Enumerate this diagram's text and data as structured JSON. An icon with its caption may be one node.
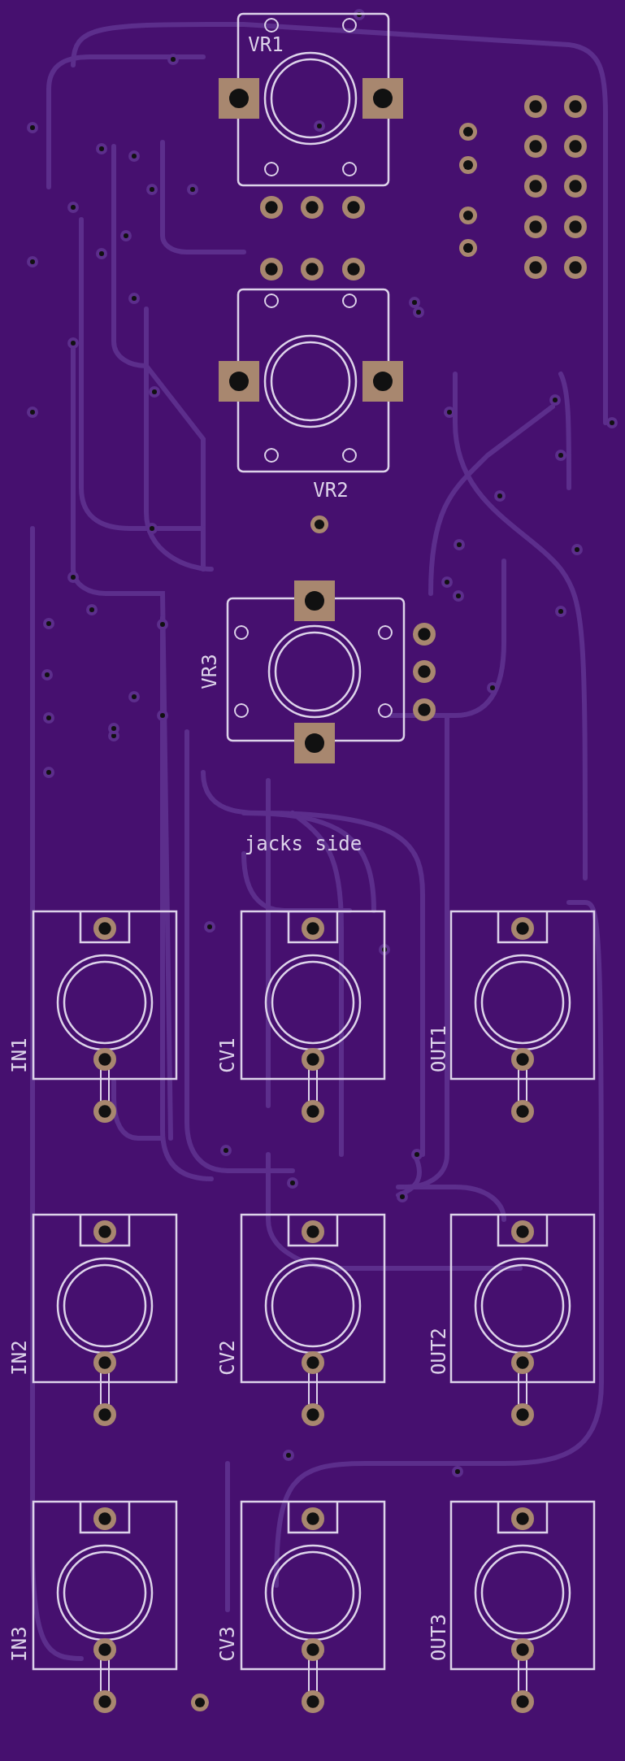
{
  "diagram": {
    "labels": [
      "VR1",
      "VR2",
      "VR3",
      "jacks side",
      "IN1",
      "CV1",
      "OUT1",
      "IN2",
      "CV2",
      "OUT2",
      "IN3",
      "CV3",
      "OUT3"
    ]
  }
}
